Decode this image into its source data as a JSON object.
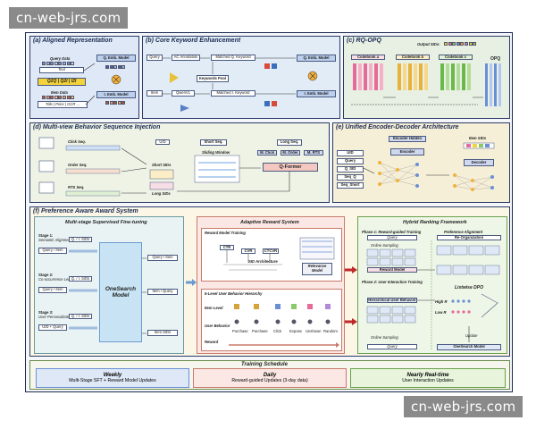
{
  "watermarks": [
    "cn-web-jrs.com",
    "cn-web-jrs.com"
  ],
  "colors": {
    "navy": "#1b2a52",
    "panelA": "#dfe8f6",
    "panelB": "#e2ecf6",
    "panelC": "#e8f0e4",
    "panelD": "#eef3e6",
    "panelE": "#f6efd8",
    "panelF": "#fbf6e6"
  },
  "a": {
    "title": "(a) Aligned Representation",
    "query_data": "Query Data",
    "text": "Text",
    "q_formula": "Q2Q | Q2I | I2I",
    "item_data": "Item Data",
    "item_fields": "Title | Price | OCR ...",
    "q_emb": "Q. Emb. Model",
    "i_emb": "I. Emb. Model"
  },
  "b": {
    "title": "(b) Core Keyword Enhancement",
    "query": "Query",
    "ac_annotation": "AC Annotation",
    "matched_q": "Matched Q. Keyword",
    "q_emb": "Q. Emb. Model",
    "keywords_pool": "Keywords Pool",
    "item": "Item",
    "qwenvl": "QwenVL",
    "matched_i": "Matched I. Keyword",
    "i_emb": "I. Emb. Model"
  },
  "c": {
    "title": "(c) RQ-OPQ",
    "output": "Output SIDs:",
    "codebooks": [
      "Codebook a",
      "Codebook b",
      "Codebook c"
    ],
    "opq": "OPQ"
  },
  "d": {
    "title": "(d) Multi-view Behavior Sequence Injection",
    "click": "Click Seq.",
    "order": "Order Seq.",
    "rts": "RTS Seq.",
    "uid": "UID",
    "short_sids": "Short SIDs",
    "long_sids": "Long SIDs",
    "short_seq": "Short Seq.",
    "sliding": "Sliding Window",
    "long_seq": "Long Seq.",
    "m_click": "M. Click",
    "m_order": "M. Order",
    "m_rts": "M. RTS",
    "qformer": "Q-Former"
  },
  "e": {
    "title": "(e) Unified Encoder-Decoder Architecture",
    "inputs": [
      "UID",
      "Query",
      "Q_SID",
      "Seq_Q",
      "Seq_Short"
    ],
    "encoder_hidden": "Encoder Hidden",
    "encoder": "Encoder",
    "item_sids": "Item SIDs",
    "decoder": "Decoder"
  },
  "f": {
    "title": "(f) Preference Aware Award System",
    "mssft": "Multi-stage Supervised Fine-tuning",
    "stages": [
      {
        "label": "Stage 1:",
        "name": "Semantic Alignment",
        "left": "Query / Item",
        "right": "Query / Item"
      },
      {
        "label": "Stage 2:",
        "name": "Co-occurrence Learning",
        "left": "Query / Item",
        "right": "Item / Query"
      },
      {
        "label": "Stage 3:",
        "name": "User Personalization",
        "left": "UID + Query",
        "right": "Item SIDs"
      }
    ],
    "qsids": "Q. / I. SIDs",
    "model": "OneSearch Model",
    "adaptive": "Adaptive Reward System",
    "rm_training": "Reward Model Training",
    "ctr": "CTR",
    "cvr": "CVR",
    "ctcvr": "CTCVR",
    "sid_arch": "SID Architecture",
    "relevance": "Relevance Model",
    "hierarchy": "6-Level User Behavior Hierarchy",
    "item_level": "Item Level",
    "user_behavior": "User Behavior",
    "reward": "Reward",
    "behaviors": [
      "Purchase",
      "Purchase",
      "Click",
      "Expose",
      "Unshown",
      "Random"
    ],
    "hybrid": "Hybrid Ranking Framework",
    "phase1": "Phase 1: Reward-guided Training",
    "online_sampling": "Online Sampling",
    "reward_model": "Reward Model",
    "phase2": "Phase 2: User Interaction Training",
    "hier_user": "Hierarchical User Behavior",
    "pref_align": "Preference Alignment",
    "reorg": "Re-Organization",
    "listwise": "Listwise DPO",
    "high": "High R",
    "low": "Low R",
    "update": "Update",
    "onesearch": "OneSearch Model",
    "query": "Query"
  },
  "schedule": {
    "title": "Training Schedule",
    "cols": [
      {
        "head": "Weekly",
        "body": "Multi-Stage SFT + Reward Model Updates"
      },
      {
        "head": "Daily",
        "body": "Reward-guided Updates (3-day data)"
      },
      {
        "head": "Nearly Real-time",
        "body": "User Interaction Updates"
      }
    ]
  }
}
